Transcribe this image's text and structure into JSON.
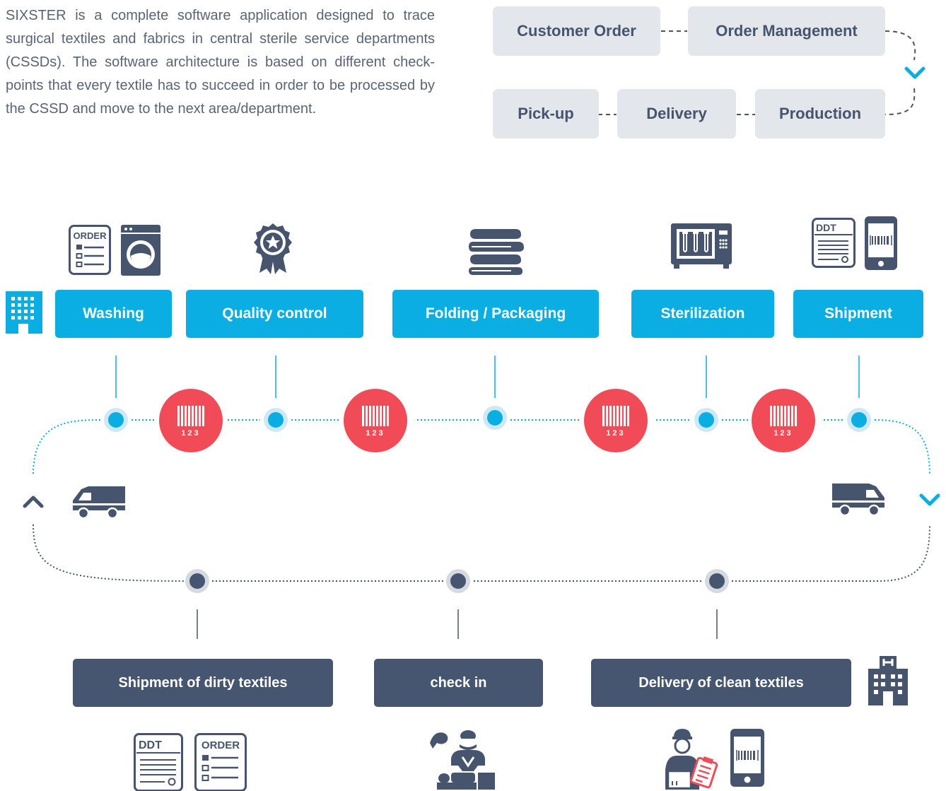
{
  "intro_text": "SIXSTER is a complete software application designed to trace surgical textiles and fabrics in central sterile service departments (CSSDs). The software architecture is based on different check-points that every textile has to succeed in order to be processed by the CSSD and move to the next area/department.",
  "flow": {
    "customer_order": "Customer Order",
    "order_management": "Order Management",
    "production": "Production",
    "delivery": "Delivery",
    "pickup": "Pick-up"
  },
  "stages": {
    "washing": "Washing",
    "quality_control": "Quality control",
    "folding_packaging": "Folding / Packaging",
    "sterilization": "Sterilization",
    "shipment": "Shipment"
  },
  "bottom_stages": {
    "shipment_dirty": "Shipment of dirty textiles",
    "check_in": "check in",
    "delivery_clean": "Delivery of clean textiles"
  },
  "barcode_number": "123",
  "doc_labels": {
    "order": "ORDER",
    "ddt": "DDT"
  },
  "colors": {
    "blue": "#0aaee3",
    "navy": "#465570",
    "red": "#f04b57",
    "light_gray": "#e3e7ec",
    "text_gray": "#5a6476"
  },
  "icons": [
    "order-document-icon",
    "washing-machine-icon",
    "quality-award-icon",
    "folded-textiles-icon",
    "sterilizer-icon",
    "ddt-document-icon",
    "barcode-phone-icon",
    "building-icon",
    "truck-icon",
    "hospital-icon",
    "surgeon-icon",
    "courier-icon"
  ]
}
